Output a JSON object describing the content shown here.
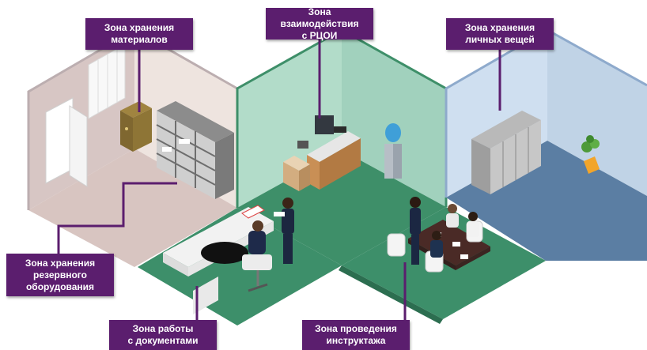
{
  "zones": {
    "materials": "Зона хранения\nматериалов",
    "rcoi": "Зона взаимодействия\nс РЦОИ",
    "personal": "Зона хранения\nличных вещей",
    "reserve": "Зона хранения\nрезервного\nоборудования",
    "documents": "Зона работы\nс документами",
    "briefing": "Зона проведения\nинструктажа"
  },
  "colors": {
    "label_bg": "#5b1e6e",
    "label_text": "#ffffff",
    "floor_green": "#3d8f6a",
    "floor_gray": "#d9c6c2",
    "floor_blue": "#5a7da3",
    "wall_green": "#a9d8c3",
    "wall_beige": "#ece1db",
    "wall_blue": "#c7d8e9"
  }
}
